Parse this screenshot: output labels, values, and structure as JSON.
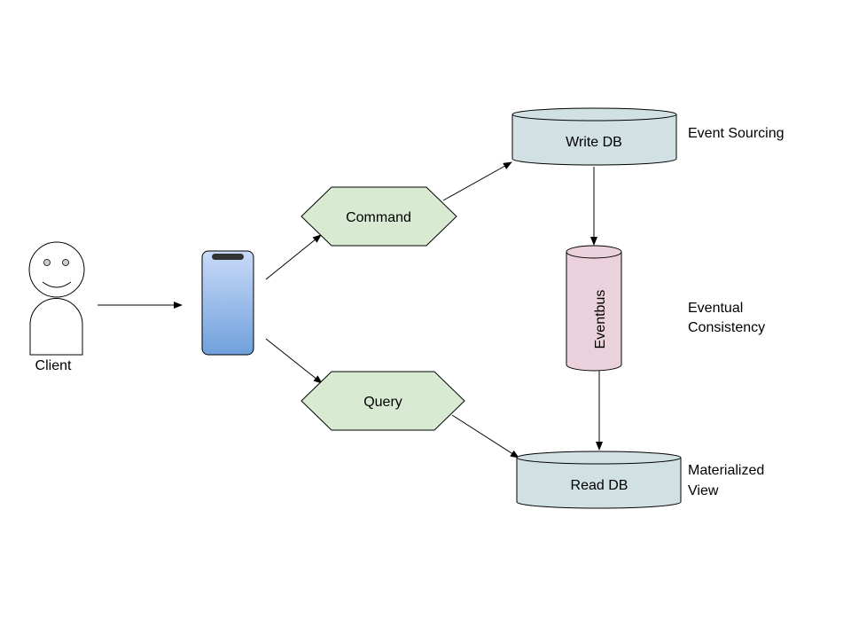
{
  "client": {
    "label": "Client"
  },
  "command": {
    "label": "Command"
  },
  "query": {
    "label": "Query"
  },
  "write_db": {
    "label": "Write DB"
  },
  "read_db": {
    "label": "Read DB"
  },
  "eventbus": {
    "label": "Eventbus"
  },
  "annotations": {
    "event_sourcing": "Event Sourcing",
    "eventual_line1": "Eventual",
    "eventual_line2": "Consistency",
    "materialized_line1": "Materialized",
    "materialized_line2": "View"
  },
  "colors": {
    "hexagon_fill": "#d9ead3",
    "db_fill": "#d0e0e3",
    "eventbus_fill": "#ead1dc",
    "phone_top": "#c9daf8",
    "phone_bottom": "#6fa0dc"
  }
}
